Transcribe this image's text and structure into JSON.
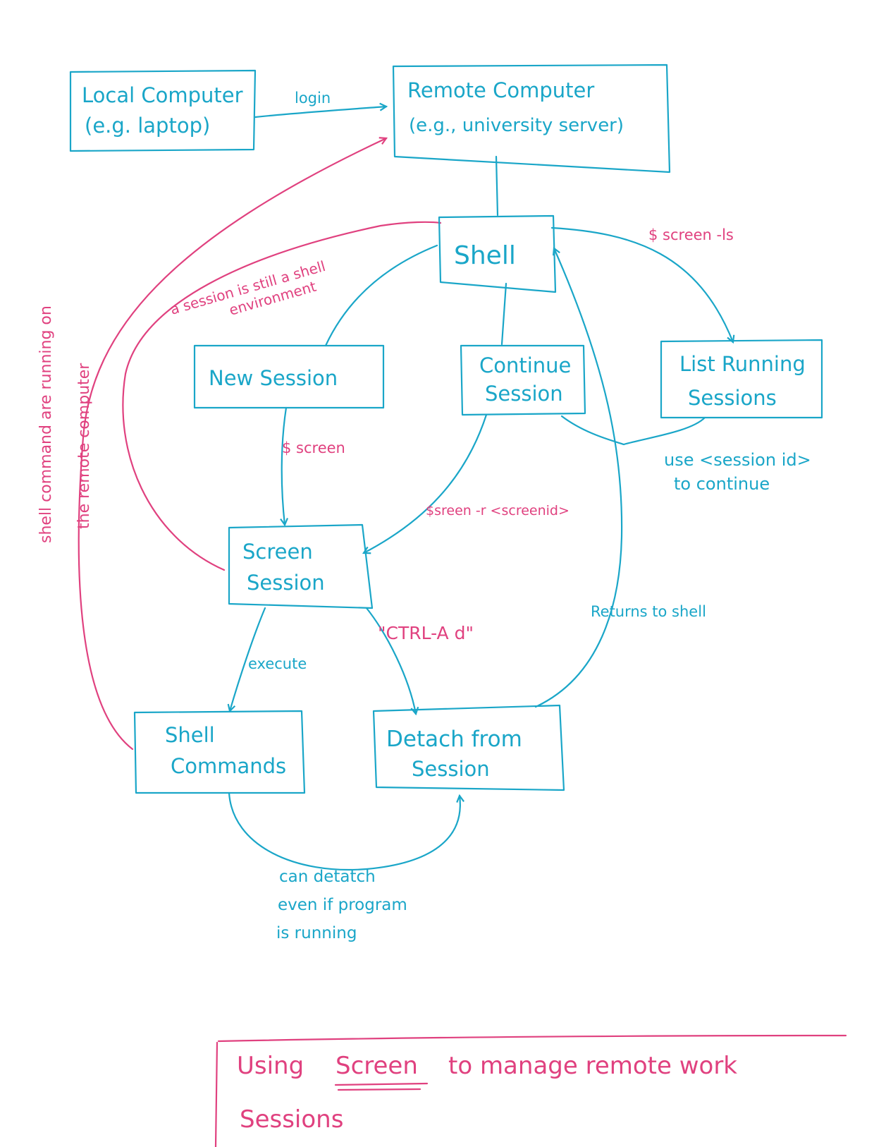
{
  "colors": {
    "blue": "#1aa6c8",
    "pink": "#e0417f"
  },
  "nodes": {
    "local": {
      "line1": "Local Computer",
      "line2": "(e.g. laptop)"
    },
    "remote": {
      "line1": "Remote Computer",
      "line2": "(e.g., university server)"
    },
    "shell": {
      "line1": "Shell"
    },
    "new_session": {
      "line1": "New Session"
    },
    "continue_session": {
      "line1": "Continue",
      "line2": "Session"
    },
    "list_sessions": {
      "line1": "List Running",
      "line2": "Sessions"
    },
    "screen_session": {
      "line1": "Screen",
      "line2": "Session"
    },
    "shell_commands": {
      "line1": "Shell",
      "line2": "Commands"
    },
    "detach": {
      "line1": "Detach from",
      "line2": "Session"
    }
  },
  "labels": {
    "login": "login",
    "screen_ls": "$ screen -ls",
    "screen_cmd": "$ screen",
    "screen_r": "$sreen -r <screenid>",
    "use_session_line1": "use <session id>",
    "use_session_line2": "to continue",
    "returns_to_shell": "Returns to shell",
    "execute": "execute",
    "ctrl_a_d": "\"CTRL-A d\"",
    "still_shell_line1": "a session is still a shell",
    "still_shell_line2": "environment",
    "remote_note_line1": "shell command are running on",
    "remote_note_line2": "the remote computer",
    "can_detach_line1": "can detatch",
    "can_detach_line2": "even if program",
    "can_detach_line3": "is running"
  },
  "title": {
    "part1": "Using",
    "emphasis": "Screen",
    "part2": "to manage remote work",
    "line2": "Sessions"
  }
}
